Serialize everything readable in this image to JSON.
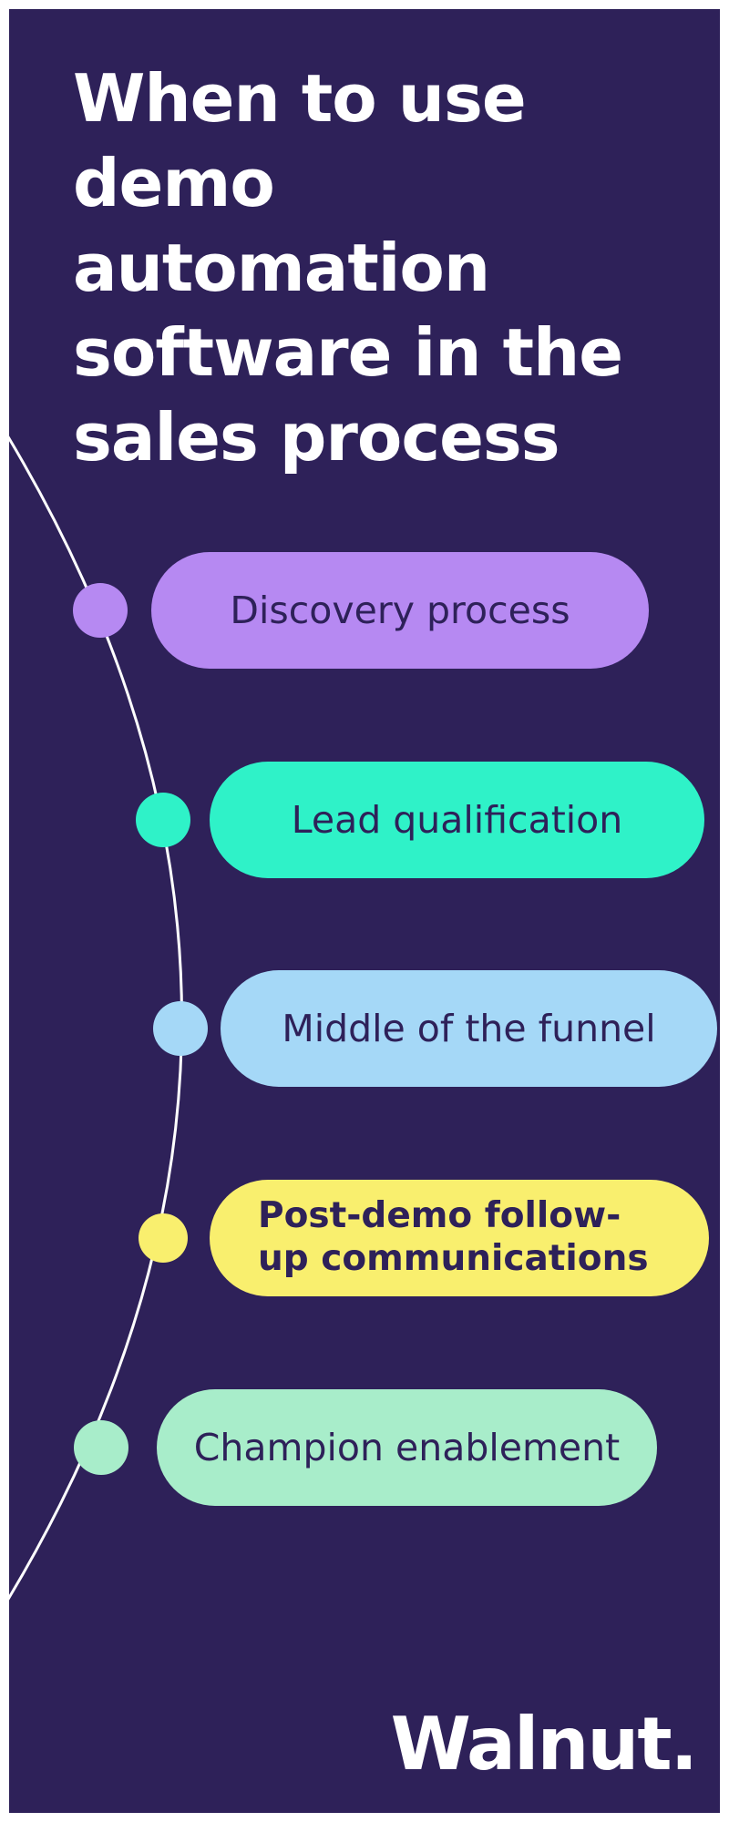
{
  "colors": {
    "frame": "#ffffff",
    "background": "#2e2159",
    "curve": "#ffffff",
    "title_text": "#ffffff",
    "pill_text": "#2e2159"
  },
  "title": {
    "lines": [
      "When to use",
      "demo automation",
      "software in the",
      "sales process"
    ]
  },
  "stages": [
    {
      "label": "Discovery process",
      "color": "#b689f2"
    },
    {
      "label": "Lead qualification",
      "color": "#2ff2c8"
    },
    {
      "label": "Middle of the funnel",
      "color": "#a5d8f7"
    },
    {
      "label": "Post-demo follow-up communications",
      "color": "#f9ef6e"
    },
    {
      "label": "Champion enablement",
      "color": "#a8edca"
    }
  ],
  "logo": {
    "text": "Walnut."
  }
}
